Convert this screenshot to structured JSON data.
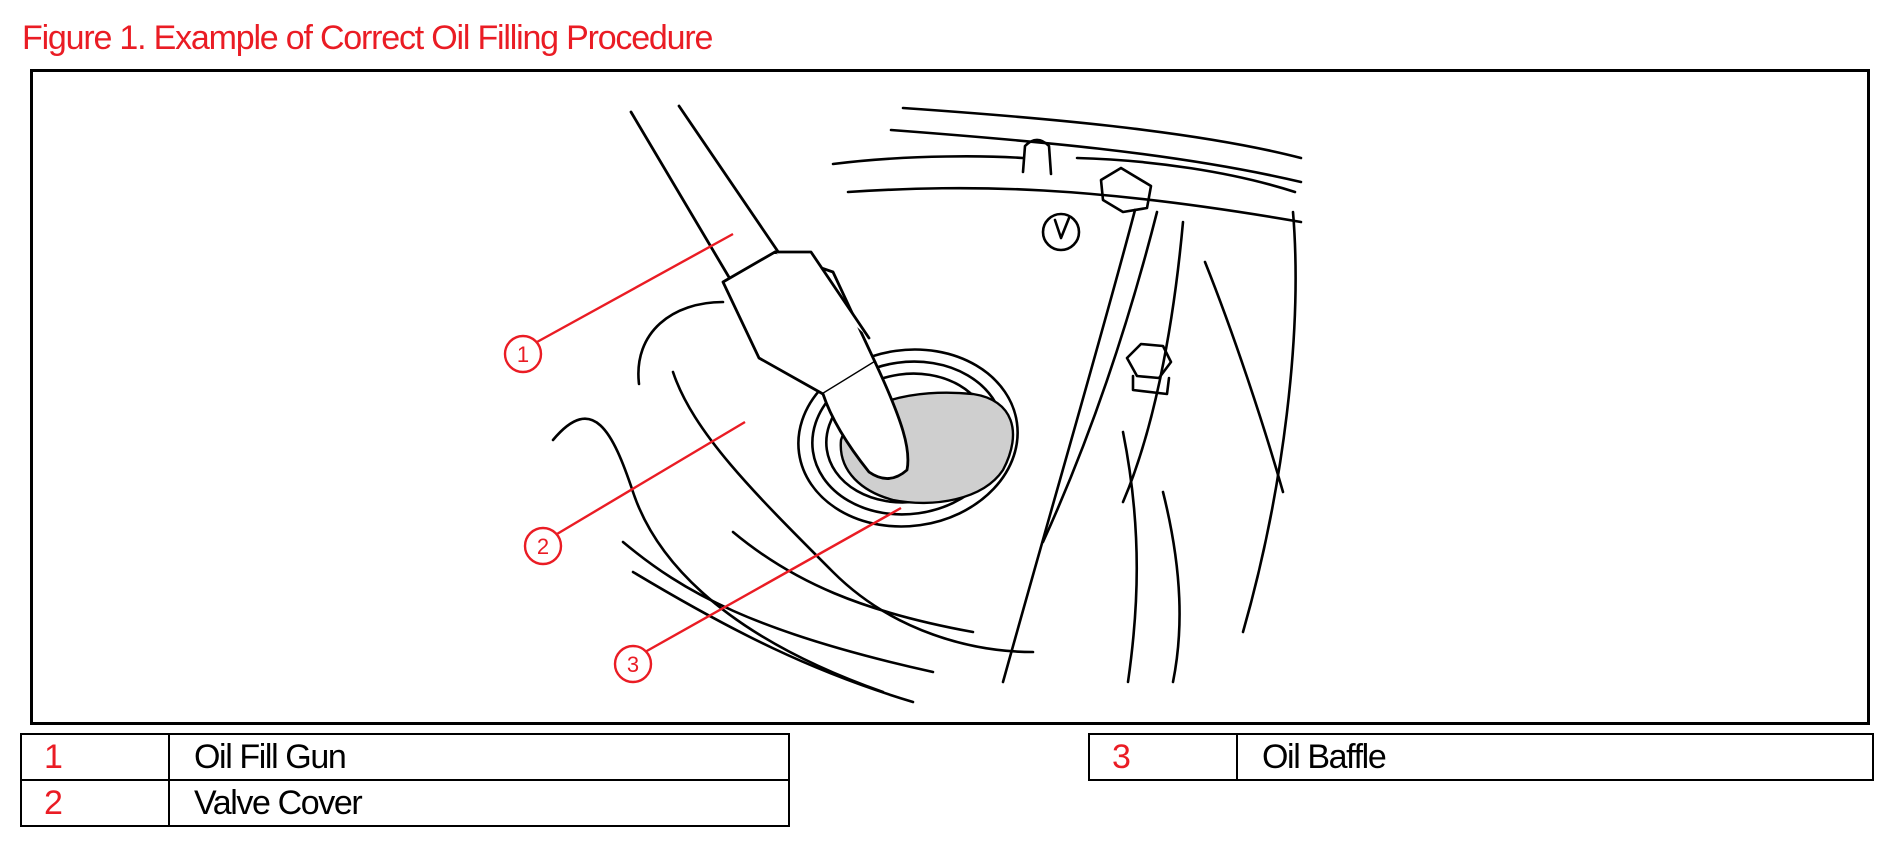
{
  "figure": {
    "title": "Figure 1. Example of Correct Oil Filling Procedure",
    "accent_color": "#ea1c24",
    "callouts": [
      "1",
      "2",
      "3"
    ]
  },
  "legend": {
    "left": [
      {
        "number": "1",
        "label": "Oil Fill Gun"
      },
      {
        "number": "2",
        "label": "Valve Cover"
      }
    ],
    "right": [
      {
        "number": "3",
        "label": "Oil Baffle"
      }
    ]
  }
}
